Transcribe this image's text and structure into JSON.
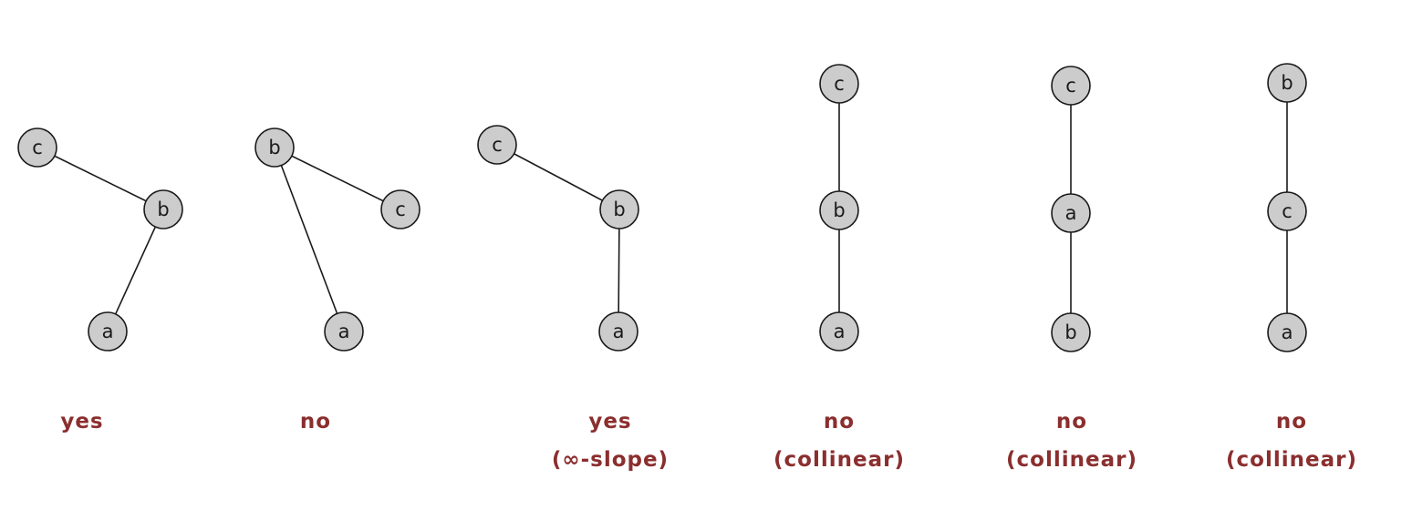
{
  "colors": {
    "verdict_text": "#8b2e2e",
    "node_fill": "#cccccc",
    "stroke": "#1a1a1a"
  },
  "diagrams": [
    {
      "id": "config-1",
      "nodes": [
        "c",
        "b",
        "a"
      ],
      "edges": [
        [
          "c",
          "b"
        ],
        [
          "b",
          "a"
        ]
      ],
      "verdict": "yes",
      "note": ""
    },
    {
      "id": "config-2",
      "nodes": [
        "b",
        "c",
        "a"
      ],
      "edges": [
        [
          "b",
          "c"
        ],
        [
          "b",
          "a"
        ]
      ],
      "verdict": "no",
      "note": ""
    },
    {
      "id": "config-3",
      "nodes": [
        "c",
        "b",
        "a"
      ],
      "edges": [
        [
          "c",
          "b"
        ],
        [
          "b",
          "a"
        ]
      ],
      "verdict": "yes",
      "note": "(∞-slope)"
    },
    {
      "id": "config-4",
      "nodes": [
        "c",
        "b",
        "a"
      ],
      "edges": [
        [
          "c",
          "b"
        ],
        [
          "b",
          "a"
        ]
      ],
      "verdict": "no",
      "note": "(collinear)"
    },
    {
      "id": "config-5",
      "nodes": [
        "c",
        "a",
        "b"
      ],
      "edges": [
        [
          "c",
          "a"
        ],
        [
          "a",
          "b"
        ]
      ],
      "verdict": "no",
      "note": "(collinear)"
    },
    {
      "id": "config-6",
      "nodes": [
        "b",
        "c",
        "a"
      ],
      "edges": [
        [
          "b",
          "c"
        ],
        [
          "c",
          "a"
        ]
      ],
      "verdict": "no",
      "note": "(collinear)"
    }
  ]
}
